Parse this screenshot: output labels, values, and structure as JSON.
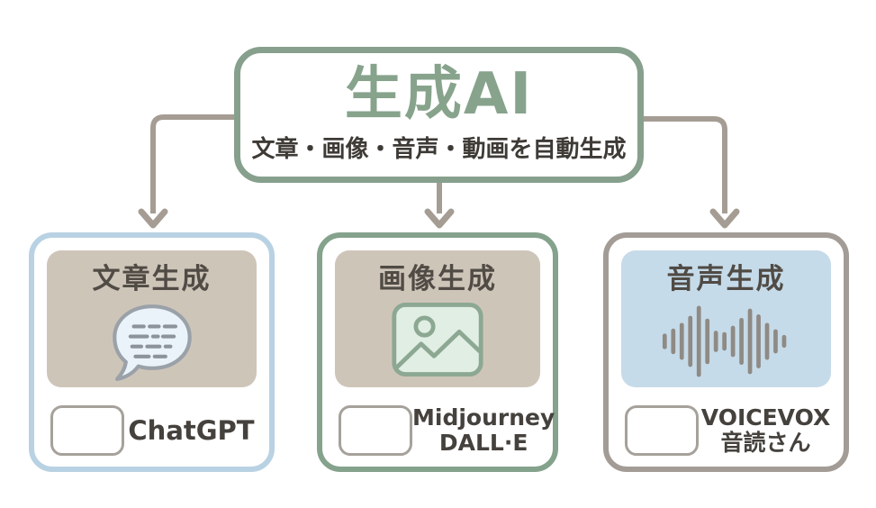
{
  "diagram": {
    "title": "生成AI",
    "subtitle": "文章・画像・音声・動画を自動生成"
  },
  "cards": [
    {
      "title": "文章生成",
      "icon": "speech-bubble-icon",
      "tools": [
        "ChatGPT"
      ],
      "border_color": "#b9d2e3",
      "panel_color": "#cec5b9"
    },
    {
      "title": "画像生成",
      "icon": "picture-icon",
      "tools": [
        "Midjourney",
        "DALL·E"
      ],
      "border_color": "#85a28c",
      "panel_color": "#cec5b9"
    },
    {
      "title": "音声生成",
      "icon": "waveform-icon",
      "tools": [
        "VOICEVOX",
        "音読さん"
      ],
      "border_color": "#a39c96",
      "panel_color": "#c6dbe9"
    }
  ],
  "colors": {
    "sage_green": "#87a08d",
    "arrow_gray": "#a59d94",
    "heading_text": "#504b45",
    "body_text": "#3e3a36"
  }
}
